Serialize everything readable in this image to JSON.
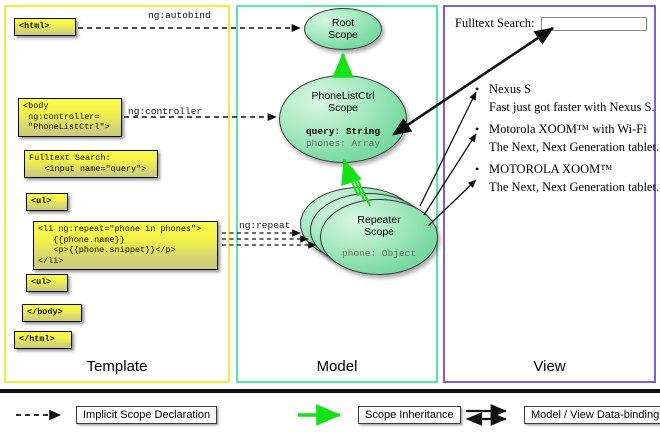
{
  "columns": [
    {
      "key": "template",
      "label": "Template",
      "border_color": "#f2ec3a"
    },
    {
      "key": "model",
      "label": "Model",
      "border_color": "#54e8a6"
    },
    {
      "key": "view",
      "label": "View",
      "border_color": "#7a5ce8"
    }
  ],
  "template": {
    "boxes": [
      {
        "name": "html-open",
        "text": "<html>"
      },
      {
        "name": "body-open",
        "text": "<body\n ng:controller=\n \"PhoneListCtrl\">"
      },
      {
        "name": "search-input",
        "text": "Fulltext Search:\n   <input name=\"query\">"
      },
      {
        "name": "ul-open",
        "text": "<ul>"
      },
      {
        "name": "li-repeat",
        "text": "<li ng:repeat=\"phone in phones\">\n   {{phone.name}}\n   <p>{{phone.snippet}}</p>\n</li>"
      },
      {
        "name": "ul-close",
        "text": "<ul>"
      },
      {
        "name": "body-close",
        "text": "</body>"
      },
      {
        "name": "html-close",
        "text": "</html>"
      }
    ]
  },
  "model": {
    "scopes": [
      {
        "name": "root-scope",
        "title_line1": "Root",
        "title_line2": "Scope",
        "props": []
      },
      {
        "name": "phonelistctrl-scope",
        "title_line1": "PhoneListCtrl",
        "title_line2": "Scope",
        "props": [
          {
            "text": "query: String",
            "emphasis": "strong"
          },
          {
            "text": "phones: Array",
            "emphasis": "dim"
          }
        ]
      },
      {
        "name": "repeater-scope",
        "title_line1": "Repeater",
        "title_line2": "Scope",
        "props": [
          {
            "text": "phone: Object",
            "emphasis": "dim"
          }
        ]
      }
    ]
  },
  "edges": {
    "autobind_label": "ng:autobind",
    "controller_label": "ng:controller",
    "repeat_label": "ng:repeat"
  },
  "view": {
    "search_label": "Fulltext Search:",
    "search_value": "",
    "search_placeholder": "",
    "phones": [
      {
        "name": "Nexus S",
        "snippet": "Fast just got faster with Nexus S."
      },
      {
        "name": "Motorola XOOM™  with Wi-Fi",
        "snippet": "The Next, Next Generation tablet."
      },
      {
        "name": "MOTOROLA XOOM™",
        "snippet": "The Next, Next Generation tablet."
      }
    ]
  },
  "legend": {
    "items": [
      {
        "name": "implicit-scope-declaration",
        "label": "Implicit Scope Declaration",
        "glyph": "dashed-arrow",
        "color": "#111111"
      },
      {
        "name": "scope-inheritance",
        "label": "Scope Inheritance",
        "glyph": "green-arrow",
        "color": "#16e016"
      },
      {
        "name": "model-view-data-binding",
        "label": "Model / View Data-binding",
        "glyph": "double-arrow",
        "color": "#111111"
      }
    ]
  },
  "colors": {
    "code_box_fill_top": "#fbfb4a",
    "code_box_fill_bottom": "#c9c97c",
    "scope_fill": "#7ddba4",
    "inheritance_arrow": "#16e016"
  }
}
